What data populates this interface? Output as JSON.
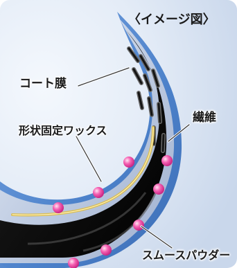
{
  "caption": "〈イメージ図〉",
  "labels": {
    "coat_film": "コート膜",
    "fiber": "繊維",
    "shape_wax": "形状固定ワックス",
    "smooth_powder": "スムースパウダー"
  },
  "colors": {
    "outer_glow": "#4f86cf",
    "coat_layer": "#cdd8ea",
    "wax_line": "#cfb24a",
    "fiber_core": "#0d0d0d",
    "powder_particle": "#f04aa6"
  }
}
